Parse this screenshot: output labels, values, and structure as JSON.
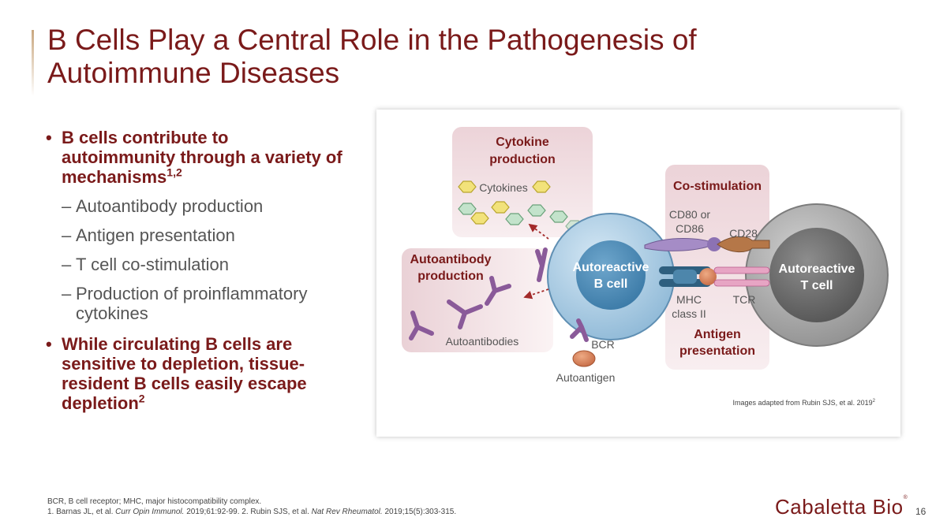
{
  "slide": {
    "title": "B Cells Play a Central Role in the Pathogenesis of Autoimmune Diseases",
    "bullets": [
      {
        "text": "B cells contribute to autoimmunity through a variety of mechanisms",
        "sup": "1,2",
        "subs": [
          "Autoantibody production",
          "Antigen presentation",
          "T cell co-stimulation",
          "Production of proinflammatory cytokines"
        ]
      },
      {
        "text": "While circulating B cells are sensitive to depletion, tissue-resident B cells easily escape depletion",
        "sup": "2"
      }
    ],
    "dash": "–",
    "footer": {
      "abbrev": "BCR, B cell receptor; MHC, major histocompatibility complex.",
      "ref1_pre": "1. Barnas JL, et al. ",
      "ref1_journal": "Curr Opin Immunol.",
      "ref1_post": " 2019;61:92-99. 2. Rubin SJS, et al. ",
      "ref2_journal": "Nat Rev Rheumatol.",
      "ref2_post": " 2019;15(5):303-315."
    },
    "logo": "Cabaletta Bio",
    "logo_mark": "®",
    "page_number": "16"
  },
  "diagram": {
    "cytokine_box_title_1": "Cytokine",
    "cytokine_box_title_2": "production",
    "cytokines_label": "Cytokines",
    "costim_title": "Co-stimulation",
    "cd80_1": "CD80 or",
    "cd80_2": "CD86",
    "cd28": "CD28",
    "autoab_title_1": "Autoantibody",
    "autoab_title_2": "production",
    "autoantibodies_label": "Autoantibodies",
    "bcell_1": "Autoreactive",
    "bcell_2": "B cell",
    "tcell_1": "Autoreactive",
    "tcell_2": "T cell",
    "mhc_1": "MHC",
    "mhc_2": "class II",
    "tcr": "TCR",
    "antigen_title_1": "Antigen",
    "antigen_title_2": "presentation",
    "bcr": "BCR",
    "autoantigen": "Autoantigen",
    "credit": "Images adapted from Rubin SJS, et al. 2019",
    "credit_sup": "2"
  },
  "colors": {
    "title": "#7a1a1a",
    "bcell_outer": "#a9cbe3",
    "bcell_nucleus": "#4d8db7",
    "tcell": "#9a9a9a",
    "box_pink": "#ecd5d9",
    "antibody": "#8a5a99",
    "cytokine_yellow": "#f2e27a",
    "cytokine_green": "#b9dec2"
  }
}
